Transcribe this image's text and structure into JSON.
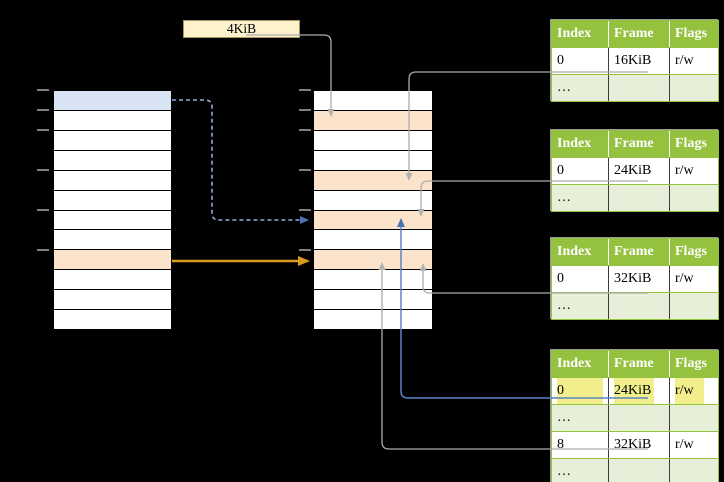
{
  "size_box": {
    "label": "4KiB"
  },
  "memory": {
    "virtual_column": {
      "fills": [
        "blue",
        "white",
        "white",
        "white",
        "white",
        "white",
        "white",
        "white",
        "orange",
        "white",
        "white",
        "white"
      ],
      "tick_rows": [
        0,
        1,
        2,
        4,
        6,
        8
      ]
    },
    "physical_column": {
      "fills": [
        "white",
        "orange",
        "white",
        "white",
        "orange",
        "white",
        "orange",
        "white",
        "orange",
        "white",
        "white",
        "white"
      ],
      "tick_rows": [
        0,
        1,
        2,
        4,
        6,
        8
      ]
    }
  },
  "tables": [
    {
      "headers": [
        "Index",
        "Frame",
        "Flags"
      ],
      "rows": [
        {
          "cells": [
            "0",
            "16KiB",
            "r/w"
          ]
        },
        {
          "cells": [
            "…",
            "",
            ""
          ]
        }
      ]
    },
    {
      "headers": [
        "Index",
        "Frame",
        "Flags"
      ],
      "rows": [
        {
          "cells": [
            "0",
            "24KiB",
            "r/w"
          ]
        },
        {
          "cells": [
            "…",
            "",
            ""
          ]
        }
      ]
    },
    {
      "headers": [
        "Index",
        "Frame",
        "Flags"
      ],
      "rows": [
        {
          "cells": [
            "0",
            "32KiB",
            "r/w"
          ]
        },
        {
          "cells": [
            "…",
            "",
            ""
          ]
        }
      ]
    },
    {
      "headers": [
        "Index",
        "Frame",
        "Flags"
      ],
      "rows": [
        {
          "cells": [
            "0",
            "24KiB",
            "r/w"
          ],
          "highlighted": true
        },
        {
          "cells": [
            "…",
            "",
            ""
          ]
        },
        {
          "cells": [
            "8",
            "32KiB",
            "r/w"
          ]
        },
        {
          "cells": [
            "…",
            "",
            ""
          ]
        }
      ]
    }
  ],
  "colors": {
    "background": "#000000",
    "page_blue": "#d8e4f4",
    "page_orange": "#fce4cc",
    "table_header_green": "#94c13e",
    "table_row_green": "#e7efd8",
    "highlight_yellow": "#f2ee8c",
    "box_cream": "#fdf2cc",
    "arrow_orange": "#d89b20",
    "arrow_blue": "#4a72b4",
    "arrow_blue_light": "#8fa9d8",
    "connector_gray": "#ababab"
  }
}
